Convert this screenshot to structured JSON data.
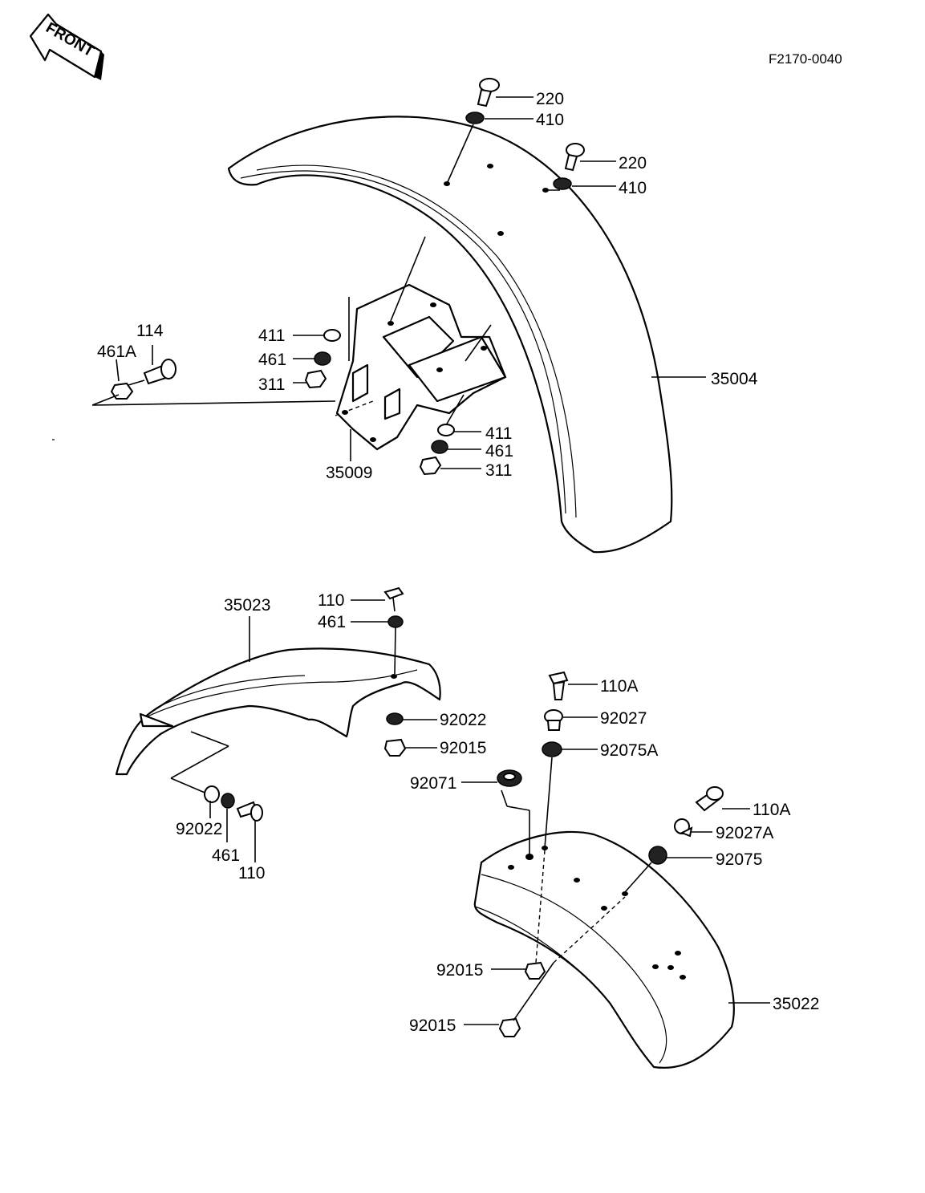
{
  "figure_code": "F2170-0040",
  "front_badge": "FRONT",
  "labels": {
    "l220a": "220",
    "l410a": "410",
    "l220b": "220",
    "l410b": "410",
    "l35004": "35004",
    "l114": "114",
    "l461A": "461A",
    "l411a": "411",
    "l461a": "461",
    "l311a": "311",
    "l411b": "411",
    "l461b": "461",
    "l311b": "311",
    "l35009": "35009",
    "l35023": "35023",
    "l110a": "110",
    "l461c": "461",
    "l92022a": "92022",
    "l92015a": "92015",
    "l92022b": "92022",
    "l461d": "461",
    "l110b": "110",
    "l110Aa": "110A",
    "l92027": "92027",
    "l92075A": "92075A",
    "l92071": "92071",
    "l110Ab": "110A",
    "l92027A": "92027A",
    "l92075": "92075",
    "l92015b": "92015",
    "l92015c": "92015",
    "l35022": "35022"
  }
}
